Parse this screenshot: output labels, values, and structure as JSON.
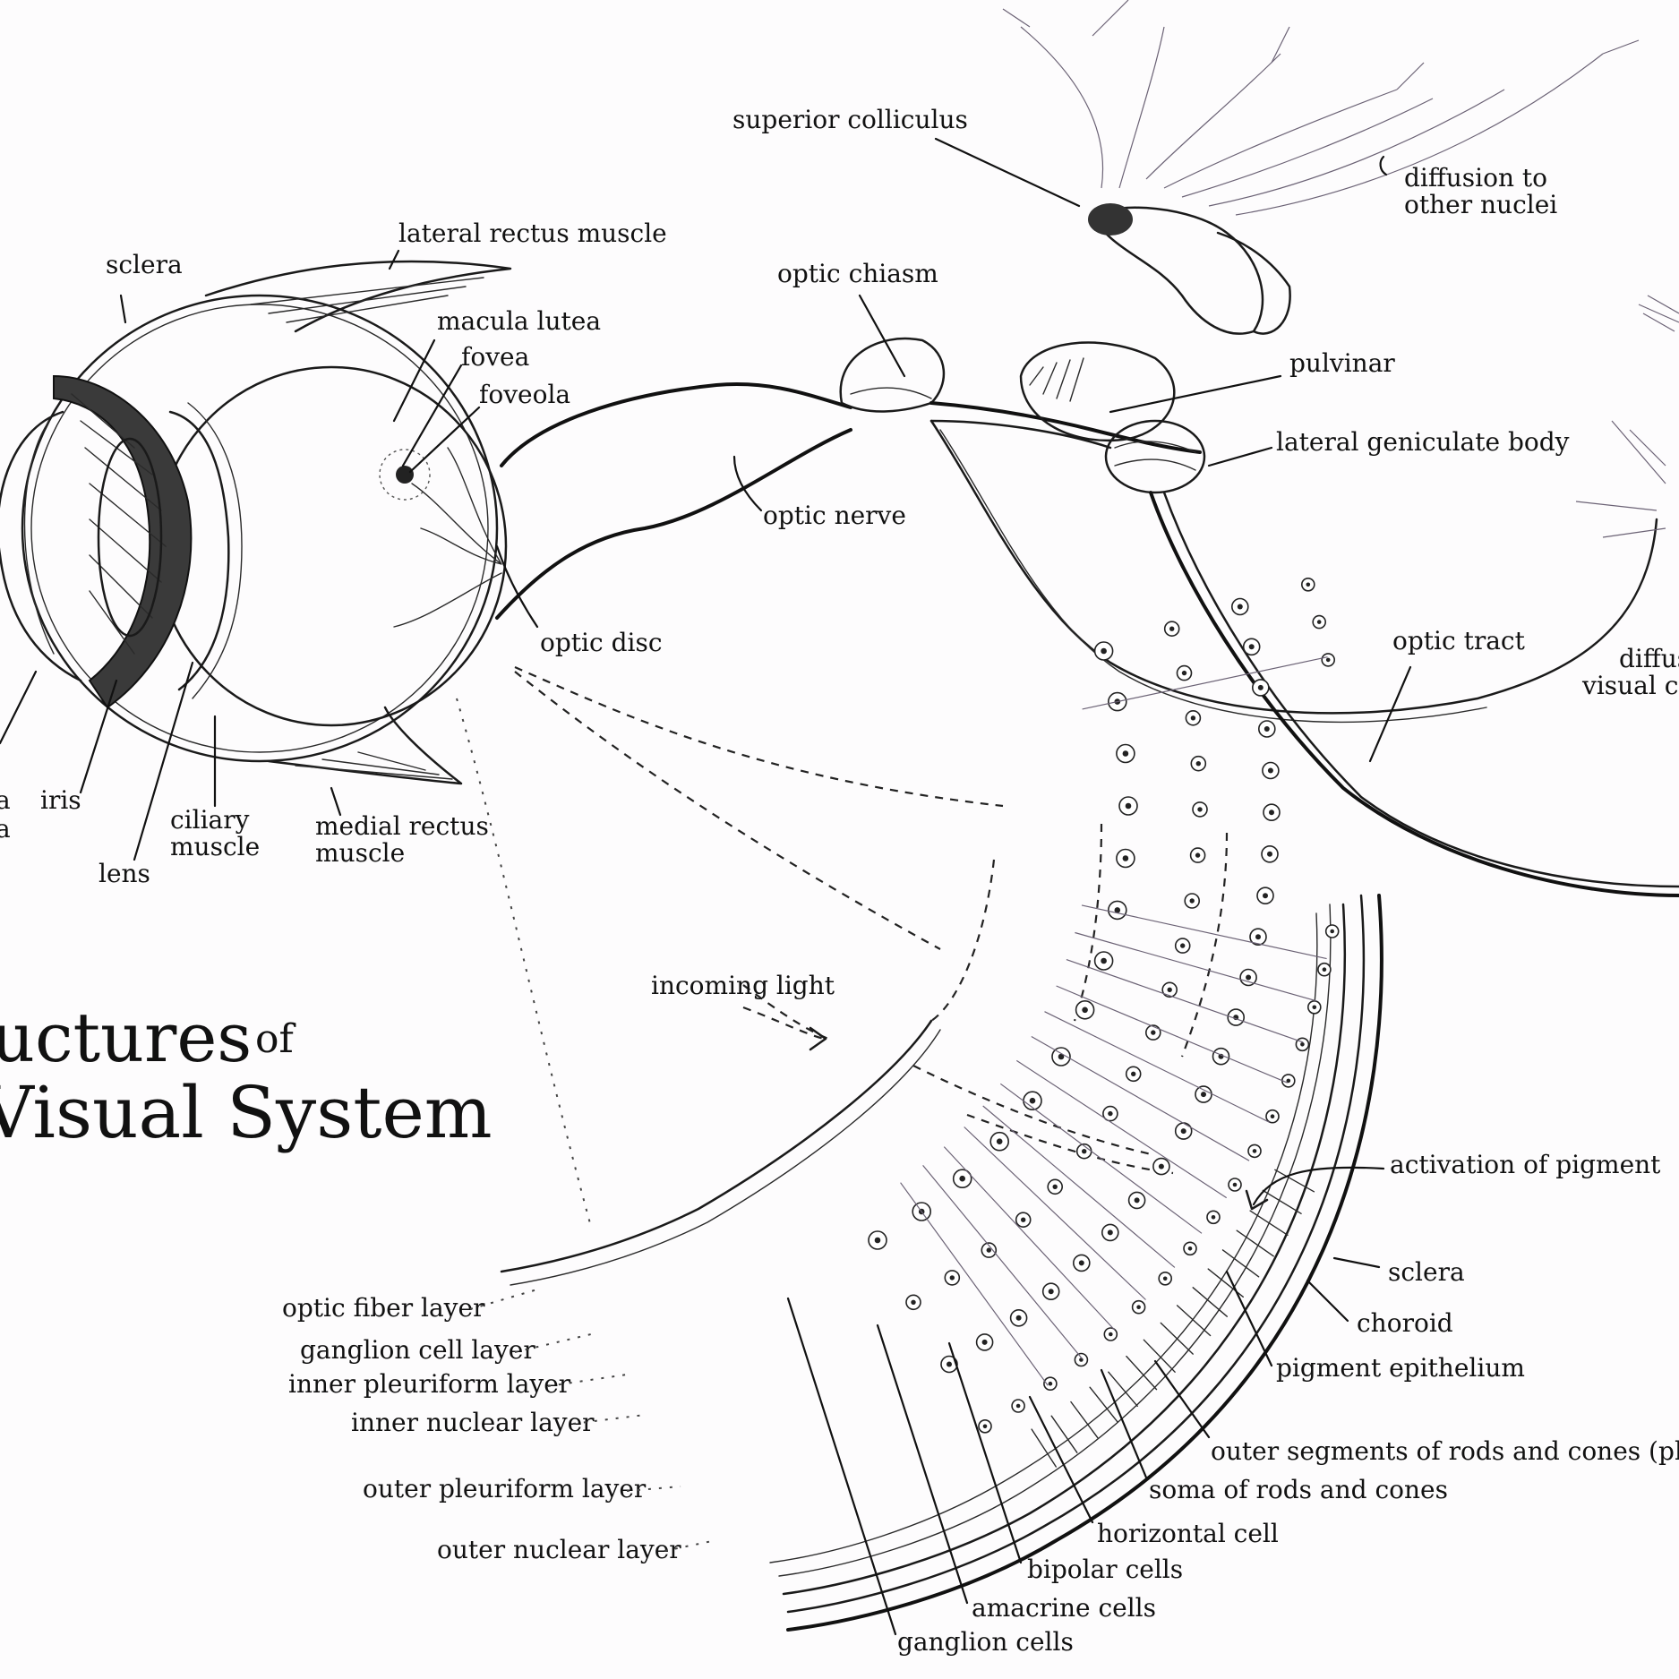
{
  "title": {
    "line1_main": "uctures",
    "line1_of": "of",
    "line2": "Visual System"
  },
  "eye_labels": {
    "sclera": "sclera",
    "lateral_rectus": "lateral rectus muscle",
    "macula": "macula lutea",
    "fovea": "fovea",
    "foveola": "foveola",
    "optic_disc": "optic disc",
    "iris": "iris",
    "cornea_fragment": "a",
    "cornea_fragment2": "a",
    "ciliary1": "ciliary",
    "ciliary2": "muscle",
    "lens": "lens",
    "medial1": "medial rectus",
    "medial2": "muscle"
  },
  "pathway_labels": {
    "superior_colliculus": "superior colliculus",
    "diffusion1": "diffusion to",
    "diffusion2": "other nuclei",
    "optic_chiasm": "optic chiasm",
    "pulvinar": "pulvinar",
    "lgb": "lateral geniculate body",
    "optic_nerve": "optic nerve",
    "optic_tract": "optic tract",
    "diffuse1": "diffus",
    "diffuse2": "visual co"
  },
  "retina_labels": {
    "incoming_light": "incoming light",
    "activation": "activation of pigment",
    "sclera": "sclera",
    "choroid": "choroid",
    "pigment_epithelium": "pigment epithelium",
    "outer_segments": "outer segments of rods and cones (phot",
    "soma": "soma of rods and cones",
    "horizontal": "horizontal cell",
    "bipolar": "bipolar cells",
    "amacrine": "amacrine cells",
    "ganglion": "ganglion cells",
    "optic_fiber_layer": "optic fiber layer",
    "ganglion_cell_layer": "ganglion cell layer",
    "inner_pleuriform": "inner pleuriform layer",
    "inner_nuclear": "inner nuclear layer",
    "outer_pleuriform": "outer pleuriform layer",
    "outer_nuclear": "outer nuclear layer"
  }
}
